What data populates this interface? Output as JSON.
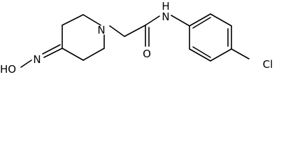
{
  "diagram": {
    "type": "chemical-structure",
    "atoms": {
      "oxime_group": "HO",
      "oxime_nitrogen": "N",
      "piperidine_nitrogen": "N",
      "carbonyl_oxygen": "O",
      "amide_nitrogen": "N",
      "amide_hydrogen": "H",
      "chlorine": "Cl"
    },
    "colors": {
      "bond": "#000000",
      "label": "#000000",
      "background": "#ffffff"
    }
  }
}
